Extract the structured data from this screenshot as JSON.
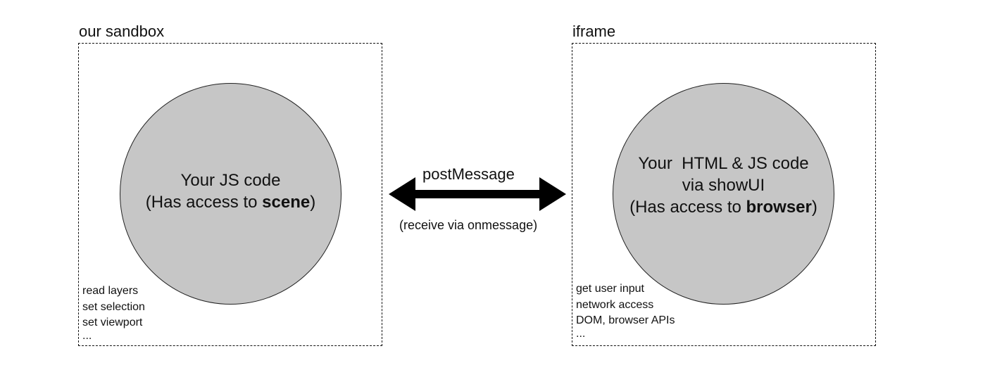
{
  "sandbox": {
    "label": "our sandbox",
    "circle": {
      "line1": "Your JS code",
      "line2_prefix": "(Has access to ",
      "line2_bold": "scene",
      "line2_suffix": ")"
    },
    "capabilities": [
      "read layers",
      "set selection",
      "set viewport",
      "..."
    ]
  },
  "iframe": {
    "label": "iframe",
    "circle": {
      "line1": "Your  HTML & JS code",
      "line2": "via showUI",
      "line3_prefix": "(Has access to ",
      "line3_bold": "browser",
      "line3_suffix": ")"
    },
    "capabilities": [
      "get user input",
      "network access",
      "DOM, browser APIs",
      "..."
    ]
  },
  "connector": {
    "label": "postMessage",
    "sublabel": "(receive via onmessage)"
  },
  "colors": {
    "circle_fill": "#c6c6c6",
    "stroke": "#111111"
  }
}
